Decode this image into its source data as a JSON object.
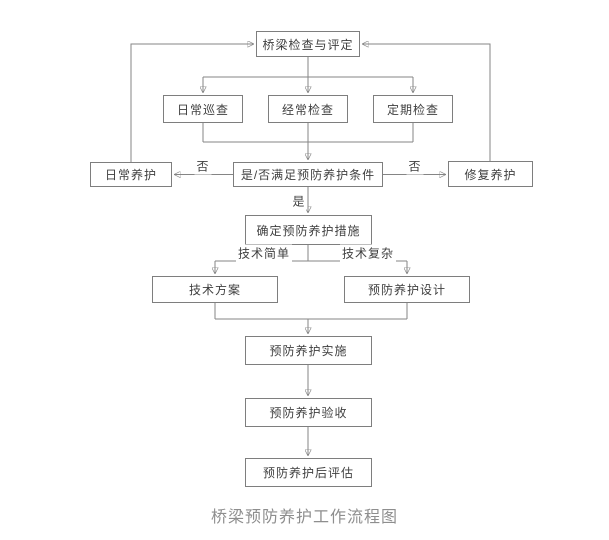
{
  "caption": "桥梁预防养护工作流程图",
  "nodes": {
    "inspection": "桥梁检查与评定",
    "daily_patrol": "日常巡查",
    "frequent_check": "经常检查",
    "periodic_check": "定期检查",
    "daily_maintenance": "日常养护",
    "condition": "是/否满足预防养护条件",
    "repair_maintenance": "修复养护",
    "determine_measures": "确定预防养护措施",
    "technical_plan": "技术方案",
    "preventive_design": "预防养护设计",
    "implementation": "预防养护实施",
    "acceptance": "预防养护验收",
    "post_evaluation": "预防养护后评估"
  },
  "edge_labels": {
    "no_left": "否",
    "no_right": "否",
    "yes": "是",
    "simple": "技术简单",
    "complex": "技术复杂"
  },
  "colors": {
    "background": "#ffffff",
    "box_border": "#7e7e7e",
    "line": "#858585",
    "arrowhead": "#3a3a3a",
    "node_text": "#3f3f3f",
    "caption_text": "#8e8e8e"
  }
}
